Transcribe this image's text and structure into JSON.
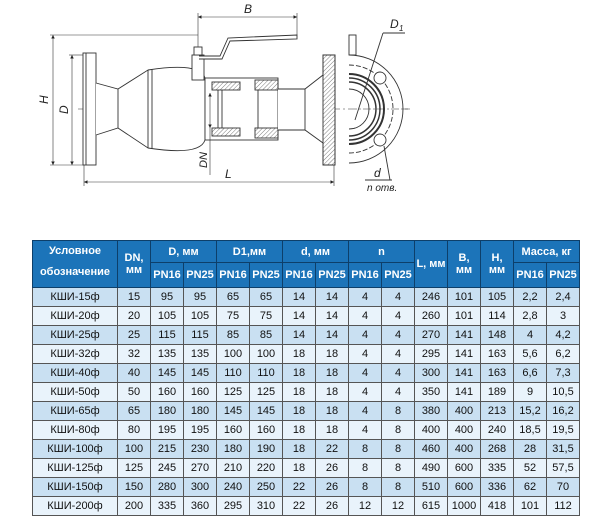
{
  "drawing": {
    "labels": {
      "B": "B",
      "D1": "D",
      "D1_sub": "1",
      "H": "H",
      "D": "D",
      "DN": "DN",
      "L": "L",
      "d": "d",
      "n_holes": "n  отв."
    }
  },
  "table": {
    "headers": {
      "name_line1": "Условное",
      "name_line2": "обозначение",
      "dn_line1": "DN,",
      "dn_line2": "мм",
      "D": "D, мм",
      "D1": "D1,мм",
      "d": "d, мм",
      "n": "n",
      "L": "L, мм",
      "B_line1": "В,",
      "B_line2": "мм",
      "H_line1": "Н,",
      "H_line2": "мм",
      "mass": "Масса, кг",
      "pn16": "PN16",
      "pn25": "PN25"
    },
    "rows": [
      [
        "КШИ-15ф",
        "15",
        "95",
        "95",
        "65",
        "65",
        "14",
        "14",
        "4",
        "4",
        "246",
        "101",
        "105",
        "2,2",
        "2,4"
      ],
      [
        "КШИ-20ф",
        "20",
        "105",
        "105",
        "75",
        "75",
        "14",
        "14",
        "4",
        "4",
        "260",
        "101",
        "114",
        "2,8",
        "3"
      ],
      [
        "КШИ-25ф",
        "25",
        "115",
        "115",
        "85",
        "85",
        "14",
        "14",
        "4",
        "4",
        "270",
        "141",
        "148",
        "4",
        "4,2"
      ],
      [
        "КШИ-32ф",
        "32",
        "135",
        "135",
        "100",
        "100",
        "18",
        "18",
        "4",
        "4",
        "295",
        "141",
        "163",
        "5,6",
        "6,2"
      ],
      [
        "КШИ-40ф",
        "40",
        "145",
        "145",
        "110",
        "110",
        "18",
        "18",
        "4",
        "4",
        "300",
        "141",
        "163",
        "6,6",
        "7,3"
      ],
      [
        "КШИ-50ф",
        "50",
        "160",
        "160",
        "125",
        "125",
        "18",
        "18",
        "4",
        "4",
        "350",
        "141",
        "189",
        "9",
        "10,5"
      ],
      [
        "КШИ-65ф",
        "65",
        "180",
        "180",
        "145",
        "145",
        "18",
        "18",
        "4",
        "8",
        "380",
        "400",
        "213",
        "15,2",
        "16,2"
      ],
      [
        "КШИ-80ф",
        "80",
        "195",
        "195",
        "160",
        "160",
        "18",
        "18",
        "4",
        "8",
        "400",
        "400",
        "240",
        "18,5",
        "19,5"
      ],
      [
        "КШИ-100ф",
        "100",
        "215",
        "230",
        "180",
        "190",
        "18",
        "22",
        "8",
        "8",
        "460",
        "400",
        "268",
        "28",
        "31,5"
      ],
      [
        "КШИ-125ф",
        "125",
        "245",
        "270",
        "210",
        "220",
        "18",
        "26",
        "8",
        "8",
        "490",
        "600",
        "335",
        "52",
        "57,5"
      ],
      [
        "КШИ-150ф",
        "150",
        "280",
        "300",
        "240",
        "250",
        "22",
        "26",
        "8",
        "8",
        "510",
        "600",
        "336",
        "62",
        "70"
      ],
      [
        "КШИ-200ф",
        "200",
        "335",
        "360",
        "295",
        "310",
        "22",
        "26",
        "12",
        "12",
        "615",
        "1000",
        "418",
        "101",
        "112"
      ]
    ]
  }
}
